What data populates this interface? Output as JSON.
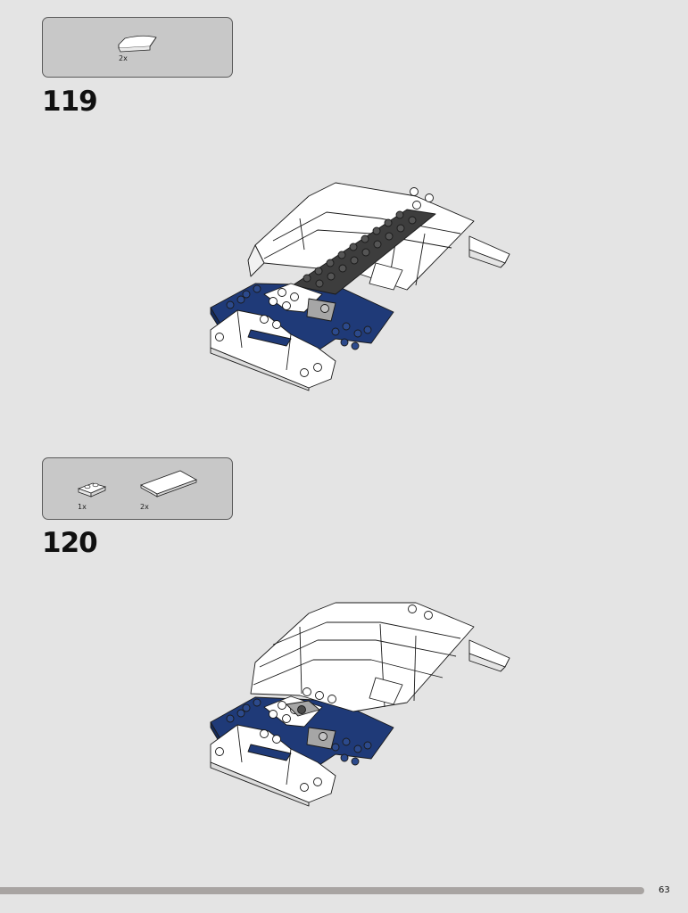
{
  "steps": [
    {
      "number": "119",
      "parts": [
        {
          "qty": "2x",
          "part_icon": "white-curved-slope-icon"
        }
      ]
    },
    {
      "number": "120",
      "parts": [
        {
          "qty": "1x",
          "part_icon": "white-plate-1x2-icon"
        },
        {
          "qty": "2x",
          "part_icon": "white-tile-2x4-icon"
        }
      ]
    }
  ],
  "page": {
    "number": "63"
  },
  "colors": {
    "background": "#e4e4e4",
    "callout_fill": "#c8c8c8",
    "brick_white": "#ffffff",
    "brick_dark_blue": "#1f3a78",
    "brick_dark_gray": "#5a5a5a",
    "brick_light_gray": "#a6a6a6",
    "footer_bar": "#a8a4a2"
  }
}
